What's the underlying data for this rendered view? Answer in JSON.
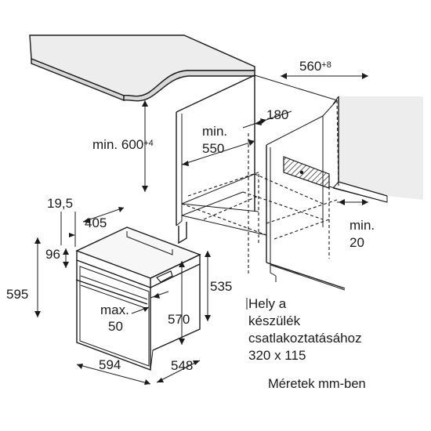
{
  "dimensions": {
    "cabinet_depth": {
      "value": "560",
      "tolerance": "+8"
    },
    "cabinet_height": {
      "prefix": "min.",
      "value": "600",
      "tolerance": "+4"
    },
    "inner_depth": {
      "line1": "min.",
      "line2": "550"
    },
    "recess": "180",
    "rear_gap": {
      "line1": "min.",
      "line2": "20"
    },
    "front_offset": "19,5",
    "body_depth": "405",
    "panel_top": "96",
    "front_height": "595",
    "body_height_rear": "535",
    "body_height": "570",
    "door_gap": {
      "line1": "max.",
      "line2": "50"
    },
    "front_width": "594",
    "body_width": "548"
  },
  "connection_note": {
    "line1": "Hely a",
    "line2": "készülék",
    "line3": "csatlakoztatásához",
    "line4": "320 x 115"
  },
  "units_note": "Méretek mm-ben"
}
